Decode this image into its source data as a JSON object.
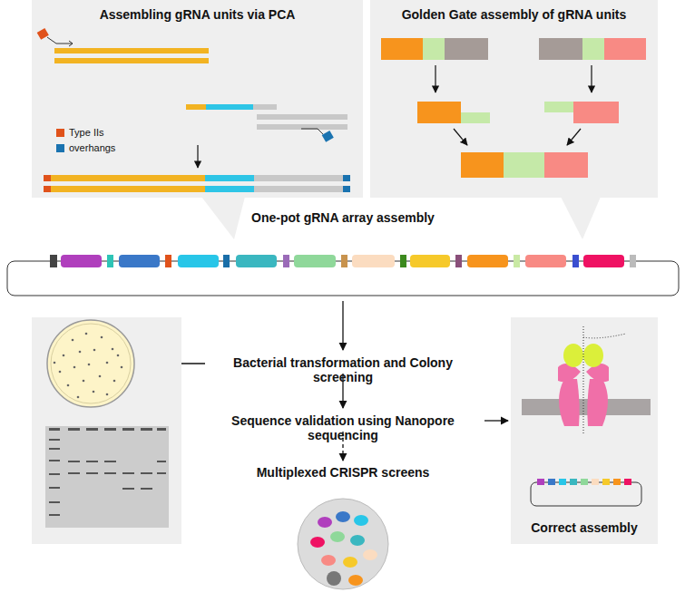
{
  "diagram": {
    "nodes": [
      {
        "text": [
          "Assembling gRNA units via PCA"
        ]
      },
      {
        "text": [
          "Golden Gate assembly of gRNA units"
        ]
      },
      {
        "text": [
          "Correct assembly"
        ]
      }
    ],
    "labels": [
      "One-pot gRNA array assembly",
      "Bacterial transformation and Colony screening",
      "Sequence validation using Nanopore sequencing",
      "Multiplexed CRISPR screens"
    ],
    "legend": [
      {
        "text": "Type IIs",
        "color": "#e0521b"
      },
      {
        "text": "overhangs",
        "color": "#1a73b0"
      }
    ]
  }
}
